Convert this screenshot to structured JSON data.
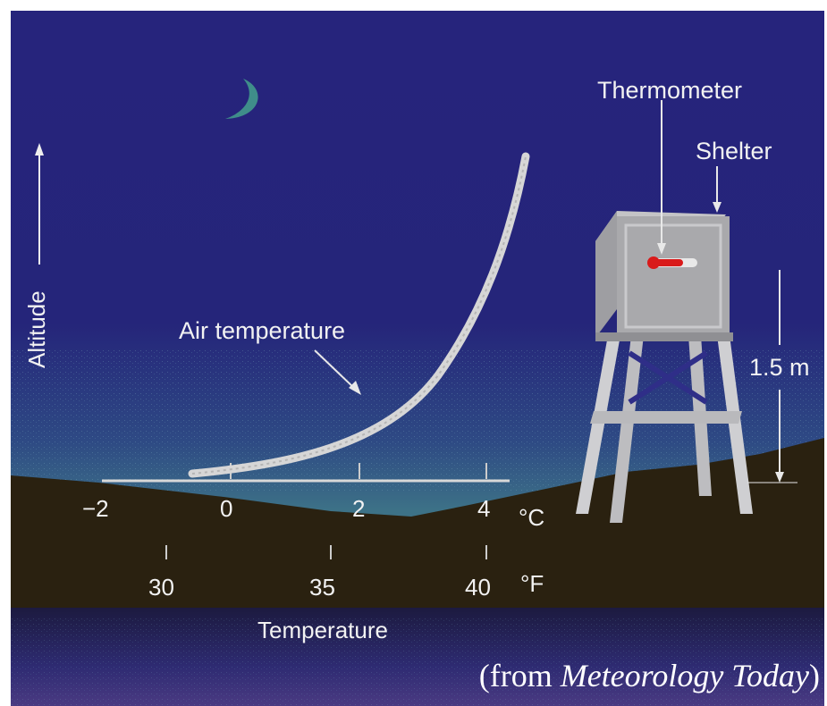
{
  "labels": {
    "thermometer": "Thermometer",
    "shelter": "Shelter",
    "altitude": "Altitude",
    "air_temperature": "Air temperature",
    "height": "1.5 m",
    "temperature_axis": "Temperature"
  },
  "celsius_scale": {
    "unit": "°C",
    "ticks": [
      "−2",
      "0",
      "2",
      "4"
    ]
  },
  "fahrenheit_scale": {
    "unit": "°F",
    "ticks": [
      "30",
      "35",
      "40"
    ]
  },
  "credit": {
    "prefix": "(from ",
    "title": "Meteorology Today",
    "suffix": ")"
  },
  "colors": {
    "night_sky": "#25247a",
    "haze": "#3c6c86",
    "ground": "#2a2110",
    "shelter": "#a9a9ac",
    "thermometer": "#d91a1a"
  }
}
